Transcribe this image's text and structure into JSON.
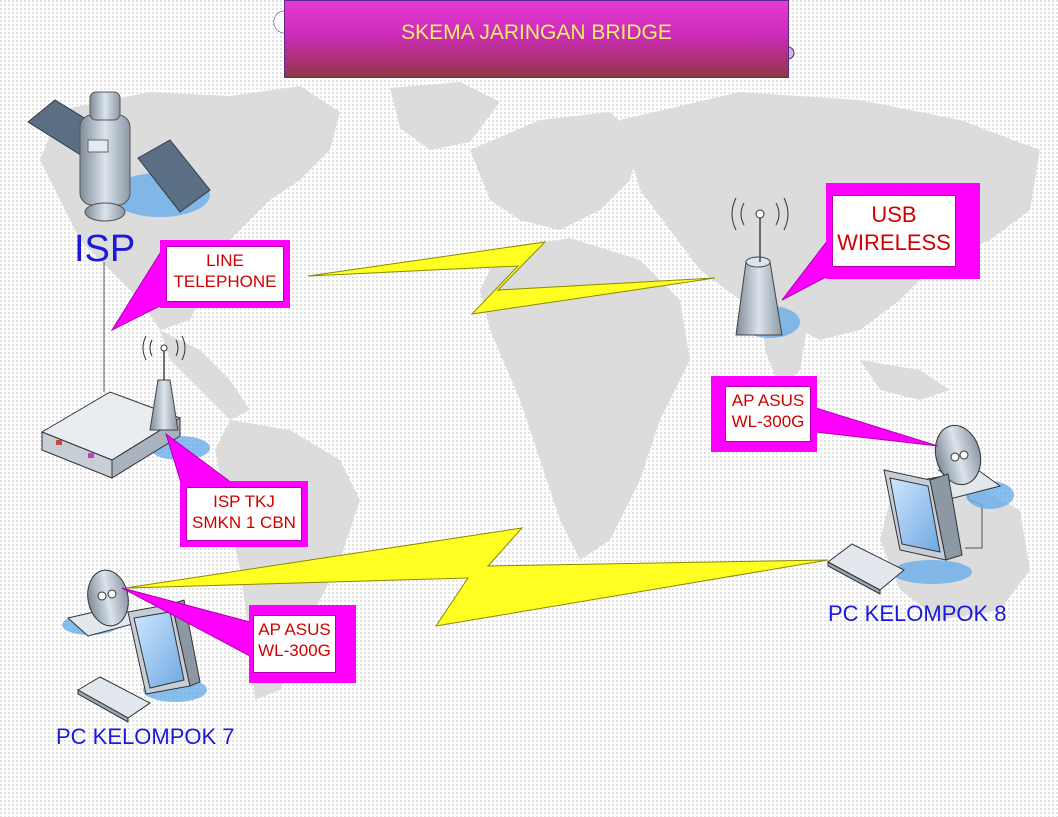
{
  "title": "SKEMA JARINGAN BRIDGE",
  "labels": {
    "isp": "ISP",
    "pc7": "PC KELOMPOK 7",
    "pc8": "PC KELOMPOK 8"
  },
  "callouts": {
    "line_telephone": [
      "LINE",
      "TELEPHONE"
    ],
    "usb_wireless": [
      "USB",
      "WIRELESS"
    ],
    "ap_asus_top": [
      "AP ASUS",
      "WL-300G"
    ],
    "isp_tkj": [
      "ISP TKJ",
      "SMKN 1 CBN"
    ],
    "ap_asus_bottom": [
      "AP ASUS",
      "WL-300G"
    ]
  },
  "colors": {
    "callout_fill": "#ff00ff",
    "callout_text": "#d00000",
    "label_blue": "#1a1ad8",
    "bolt_yellow": "#ffff22",
    "title_text": "#f2f06a"
  }
}
